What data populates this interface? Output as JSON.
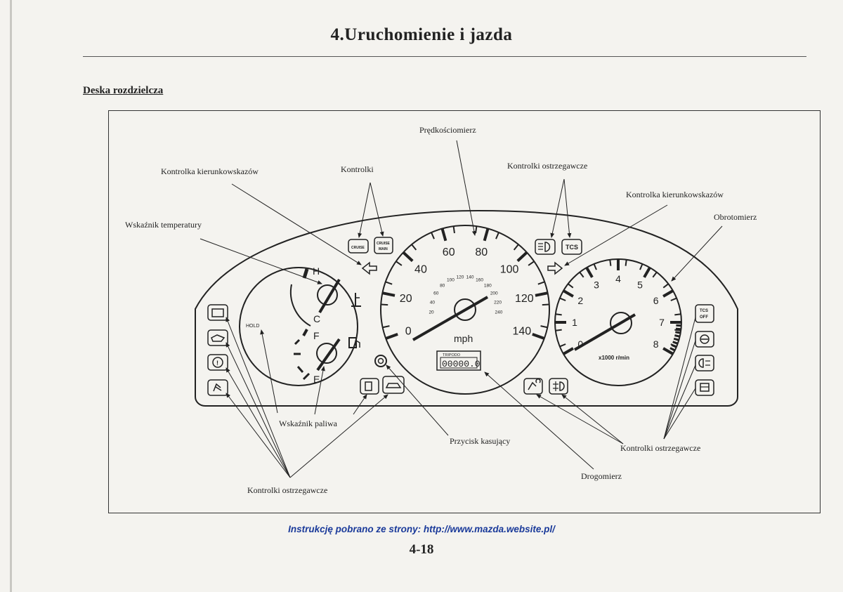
{
  "header": {
    "title": "4.Uruchomienie i jazda"
  },
  "section": {
    "title": "Deska rozdzielcza"
  },
  "labels": {
    "speedometer": "Prędkościomierz",
    "turn_left": "Kontrolka kierunkowskazów",
    "indicators": "Kontrolki",
    "warning_top": "Kontrolki ostrzegawcze",
    "turn_right": "Kontrolka kierunkowskazów",
    "temp_gauge": "Wskaźnik temperatury",
    "tachometer": "Obrotomierz",
    "fuel_gauge": "Wskaźnik paliwa",
    "reset_button": "Przycisk kasujący",
    "warning_right": "Kontrolki ostrzegawcze",
    "odometer": "Drogomierz",
    "warning_left": "Kontrolki ostrzegawcze"
  },
  "cluster": {
    "speed_major": [
      "0",
      "20",
      "40",
      "60",
      "80",
      "100",
      "120",
      "140"
    ],
    "speed_minor": [
      "20",
      "40",
      "60",
      "80",
      "100",
      "120",
      "140",
      "160",
      "180",
      "200",
      "220",
      "240"
    ],
    "speed_unit": "mph",
    "tach_ticks": [
      "0",
      "1",
      "2",
      "3",
      "4",
      "5",
      "6",
      "7",
      "8"
    ],
    "tach_unit": "x1000 r/min",
    "temp_hot": "H",
    "temp_cold": "C",
    "fuel_full": "F",
    "fuel_empty": "E",
    "hold": "HOLD",
    "tripodo": "TRIPODO",
    "odometer_value": "00000.0",
    "cruise": "CRUISE",
    "cruise_main_1": "CRUISE",
    "cruise_main_2": "MAIN",
    "tcs": "TCS",
    "tcs_off_1": "TCS",
    "tcs_off_2": "OFF"
  },
  "footer": {
    "link": "Instrukcję pobrano ze strony: http://www.mazda.website.pl/",
    "page": "4-18"
  }
}
